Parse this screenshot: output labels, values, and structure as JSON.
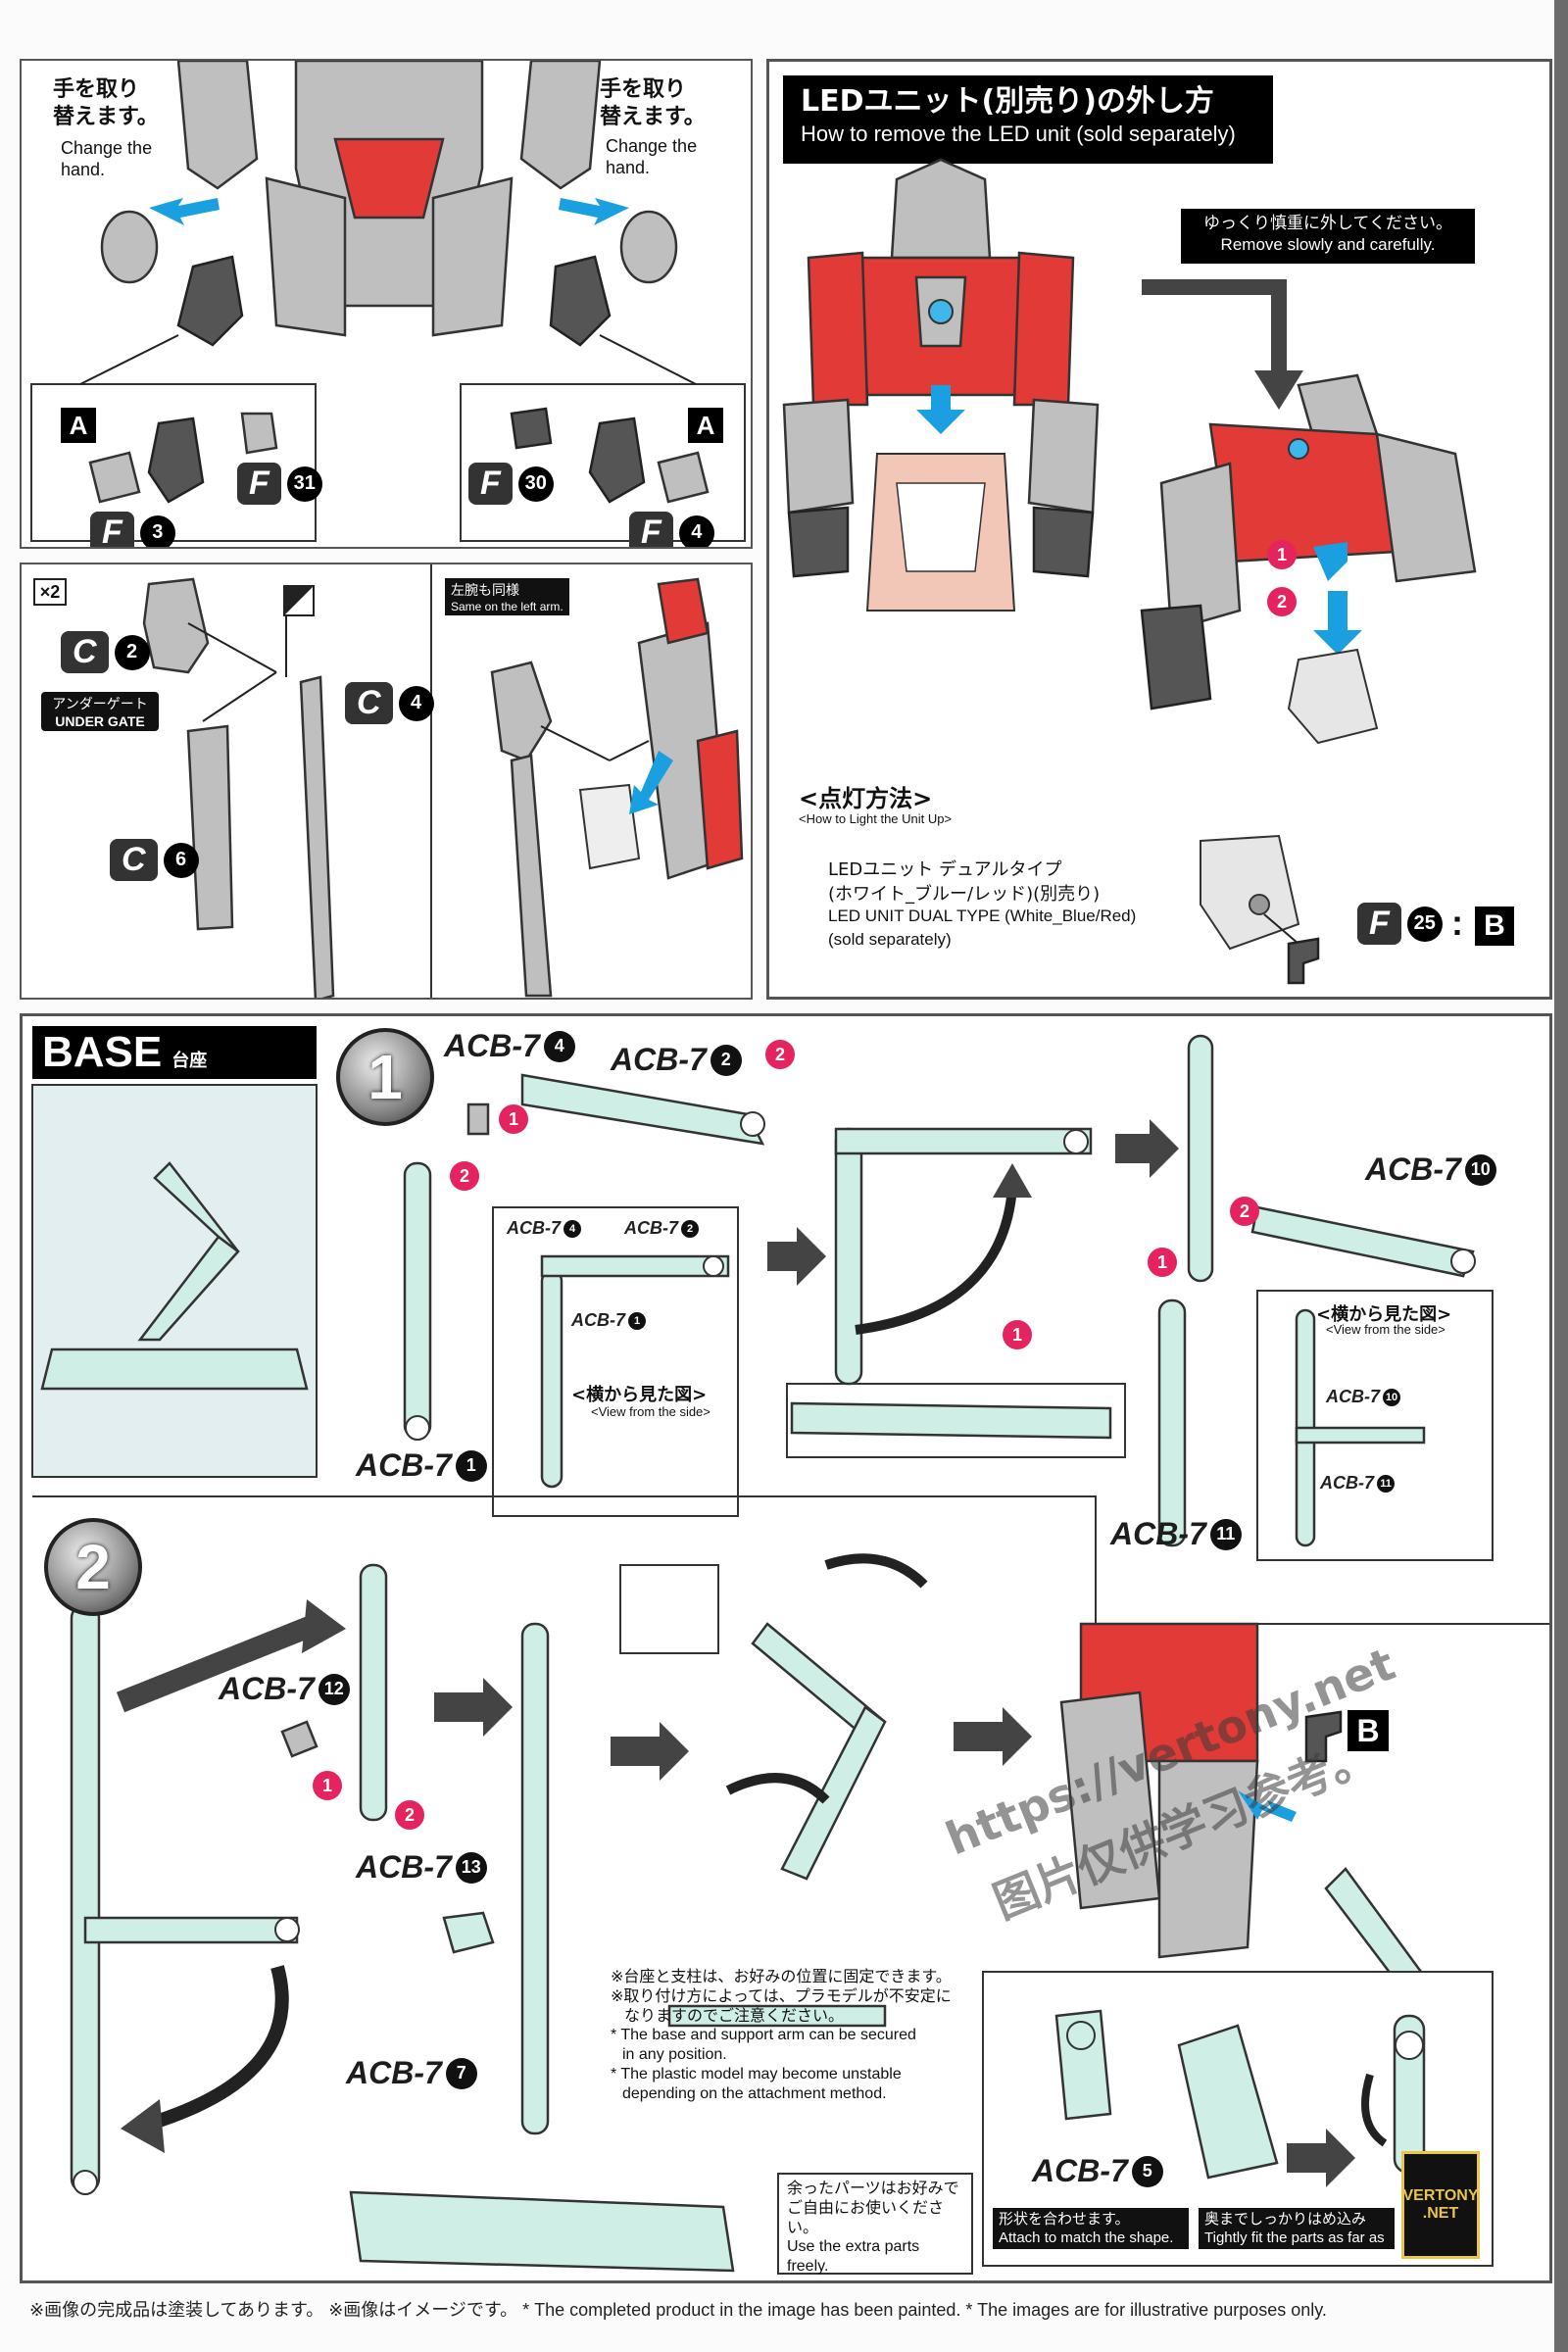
{
  "hands_left": {
    "jp": "手を取り\n替えます。",
    "en": "Change the\nhand.",
    "sub_letter": "A",
    "part_a": {
      "letter": "F",
      "num": "31"
    },
    "part_b": {
      "letter": "F",
      "num": "3"
    }
  },
  "hands_right": {
    "jp": "手を取り\n替えます。",
    "en": "Change the\nhand.",
    "sub_letter": "A",
    "part_a": {
      "letter": "F",
      "num": "30"
    },
    "part_b": {
      "letter": "F",
      "num": "4"
    }
  },
  "led_remove": {
    "title_jp": "LEDユニット(別売り)の外し方",
    "title_en": "How to remove the LED unit (sold separately)",
    "callout_jp": "ゆっくり慎重に外してください。",
    "callout_en": "Remove slowly and carefully.",
    "step1": "1",
    "step2": "2",
    "light_title_jp": "<点灯方法>",
    "light_title_en": "<How to Light the Unit Up>",
    "unit_jp_1": "LEDユニット デュアルタイプ",
    "unit_jp_2": "(ホワイト_ブルー/レッド)(別売り)",
    "unit_en_1": "LED UNIT DUAL TYPE (White_Blue/Red)",
    "unit_en_2": "(sold separately)",
    "part": {
      "letter": "F",
      "num": "25"
    },
    "colon": ":",
    "part_target": "B"
  },
  "arm_parts": {
    "count": "×2",
    "c2": {
      "letter": "C",
      "num": "2"
    },
    "under_gate_jp": "アンダーゲート",
    "under_gate_en": "UNDER GATE",
    "c4": {
      "letter": "C",
      "num": "4"
    },
    "c6": {
      "letter": "C",
      "num": "6"
    },
    "left_arm_jp": "左腕も同様",
    "left_arm_en": "Same on the left arm."
  },
  "base": {
    "title_en": "BASE",
    "title_jp": "台座",
    "step1": {
      "num": "1",
      "acb4": {
        "label": "ACB-7",
        "num": "4"
      },
      "acb2": {
        "label": "ACB-7",
        "num": "2"
      },
      "acb1": {
        "label": "ACB-7",
        "num": "1"
      },
      "acb10": {
        "label": "ACB-7",
        "num": "10"
      },
      "acb11": {
        "label": "ACB-7",
        "num": "11"
      },
      "side_view_jp": "<横から見た図>",
      "side_view_en": "<View from the side>"
    },
    "step2": {
      "num": "2",
      "acb12": {
        "label": "ACB-7",
        "num": "12"
      },
      "acb13": {
        "label": "ACB-7",
        "num": "13"
      },
      "acb7": {
        "label": "ACB-7",
        "num": "7"
      },
      "acb5": {
        "label": "ACB-7",
        "num": "5"
      },
      "note_jp_1": "※台座と支柱は、お好みの位置に固定できます。",
      "note_jp_2": "※取り付け方によっては、プラモデルが不安定に",
      "note_jp_3": "なりますのでご注意ください。",
      "note_en_1": "* The base and support arm can be secured",
      "note_en_2": "in any position.",
      "note_en_3": "* The plastic model may become unstable",
      "note_en_4": "depending on the attachment method.",
      "spare_jp_1": "余ったパーツはお好みで",
      "spare_jp_2": "ご自由にお使いください。",
      "spare_en_1": "Use the extra parts",
      "spare_en_2": "freely.",
      "shape_jp": "形状を合わせます。",
      "shape_en": "Attach to match the shape.",
      "tight_jp": "奥までしっかりはめ込み",
      "tight_en": "Tightly fit the parts as far as",
      "part_target": "B"
    }
  },
  "footer": "※画像の完成品は塗装してあります。 ※画像はイメージです。 * The completed product in the image has been painted.  * The images are for illustrative purposes only.",
  "watermark": {
    "line1": "https://vertony.net",
    "line2": "图片仅供学习参考。"
  },
  "logo": {
    "line1": "VERTONY",
    "line2": ".NET"
  }
}
